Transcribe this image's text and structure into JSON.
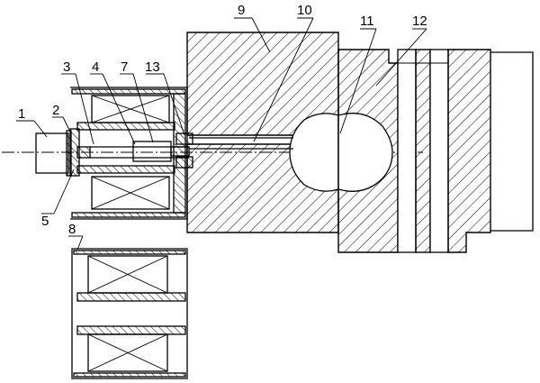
{
  "labels": {
    "l1": "1",
    "l2": "2",
    "l3": "3",
    "l4": "4",
    "l5": "5",
    "l7": "7",
    "l8": "8",
    "l9": "9",
    "l10": "10",
    "l11": "11",
    "l12": "12",
    "l13": "13"
  }
}
